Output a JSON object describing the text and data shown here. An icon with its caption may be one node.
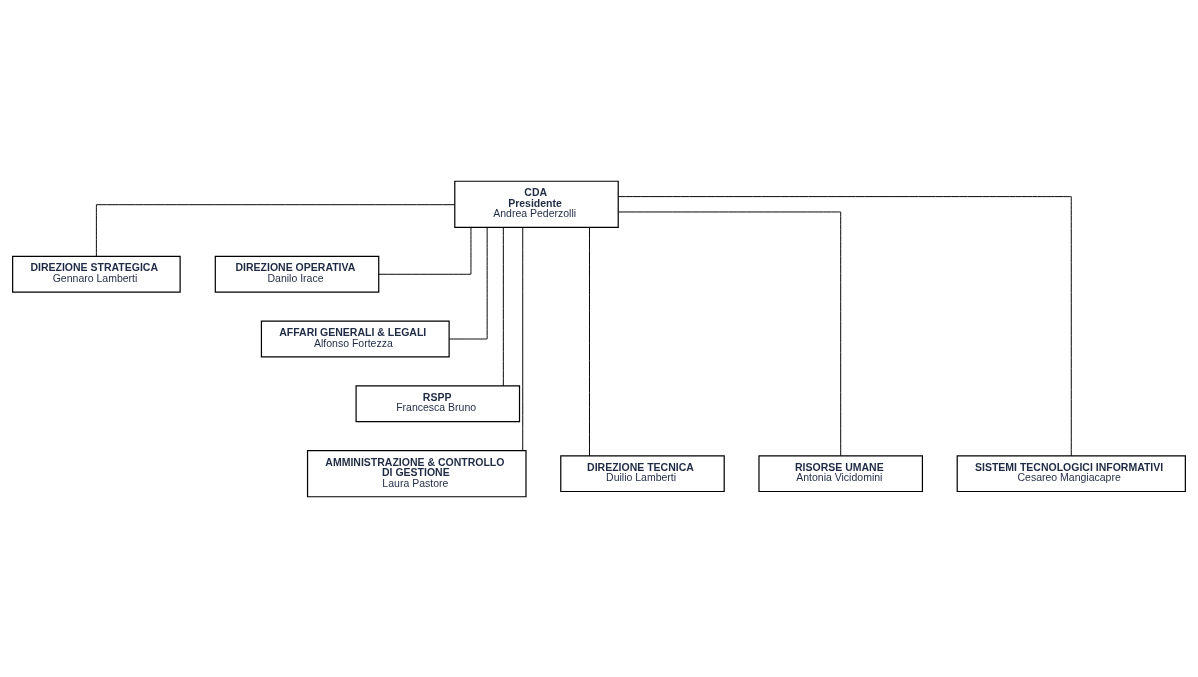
{
  "diagram": {
    "nodes": [
      {
        "text": [
          "CDA",
          "Presidente",
          "Andrea Pederzolli"
        ]
      },
      {
        "text": [
          "DIREZIONE STRATEGICA",
          "Gennaro Lamberti"
        ]
      },
      {
        "text": [
          "DIREZIONE OPERATIVA",
          "Danilo Irace"
        ]
      },
      {
        "text": [
          "AFFARI GENERALI & LEGALI",
          "Alfonso Fortezza"
        ]
      },
      {
        "text": [
          "RSPP",
          "Francesca Bruno"
        ]
      },
      {
        "text": [
          "AMMINISTRAZIONE & CONTROLLO DI GESTIONE",
          "Laura Pastore"
        ]
      },
      {
        "text": [
          "DIREZIONE TECNICA",
          "Duilio Lamberti"
        ]
      },
      {
        "text": [
          "RISORSE UMANE",
          "Antonia Vicidomini"
        ]
      },
      {
        "text": [
          "SISTEMI TECNOLOGICI INFORMATIVI",
          "Cesareo Mangiacapre"
        ]
      }
    ],
    "edges": [
      {
        "from": 0,
        "to": 1,
        "arrow": "none"
      },
      {
        "from": 0,
        "to": 2,
        "arrow": "none"
      },
      {
        "from": 0,
        "to": 3,
        "arrow": "none"
      },
      {
        "from": 0,
        "to": 4,
        "arrow": "none"
      },
      {
        "from": 0,
        "to": 5,
        "arrow": "none"
      },
      {
        "from": 0,
        "to": 6,
        "arrow": "none"
      },
      {
        "from": 0,
        "to": 7,
        "arrow": "none"
      },
      {
        "from": 0,
        "to": 8,
        "arrow": "none"
      }
    ]
  }
}
